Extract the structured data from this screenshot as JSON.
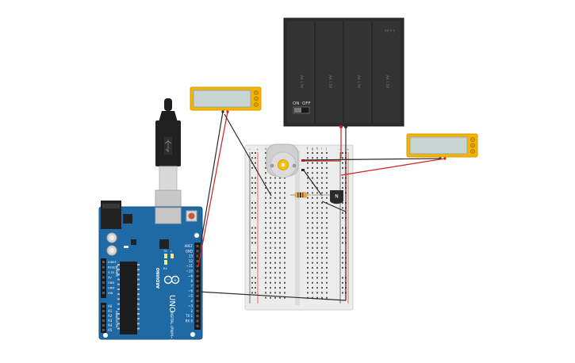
{
  "battery": {
    "switch_on": "ON",
    "switch_off": "OFF",
    "cell_label": "AA 1.5V",
    "pack_label": "4 x AA"
  },
  "arduino": {
    "brand": "ARDUINO",
    "model": "UNO",
    "pin_labels_digital": [
      "AREF",
      "GND",
      "13",
      "12",
      "~11",
      "~10",
      "~9",
      "8",
      "7",
      "~6",
      "~5",
      "4",
      "~3",
      "2",
      "TX 1",
      "RX 0"
    ],
    "pin_labels_power": [
      "IOREF",
      "RESET",
      "3.3V",
      "5V",
      "GND",
      "GND",
      "VIN"
    ],
    "pin_labels_analog": [
      "A0",
      "A1",
      "A2",
      "A3",
      "A4",
      "A5"
    ],
    "header_power": "POWER",
    "header_analog": "ANALOG IN",
    "header_digital": "DIGITAL (PWM~)",
    "leds": [
      "TX",
      "RX",
      "L"
    ]
  },
  "breadboard": {
    "cols_left": [
      "a",
      "b",
      "c",
      "d",
      "e"
    ],
    "cols_right": [
      "f",
      "g",
      "h",
      "i",
      "j"
    ],
    "row_count": 30
  },
  "transistor": {
    "label": "N"
  },
  "colors": {
    "wire_red": "#d42020",
    "wire_black": "#2b2b2b",
    "arduino_blue": "#1f6aa5",
    "display_yellow": "#f4b400",
    "display_screen": "#c9d5d3",
    "battery_body": "#2c2c2c"
  }
}
